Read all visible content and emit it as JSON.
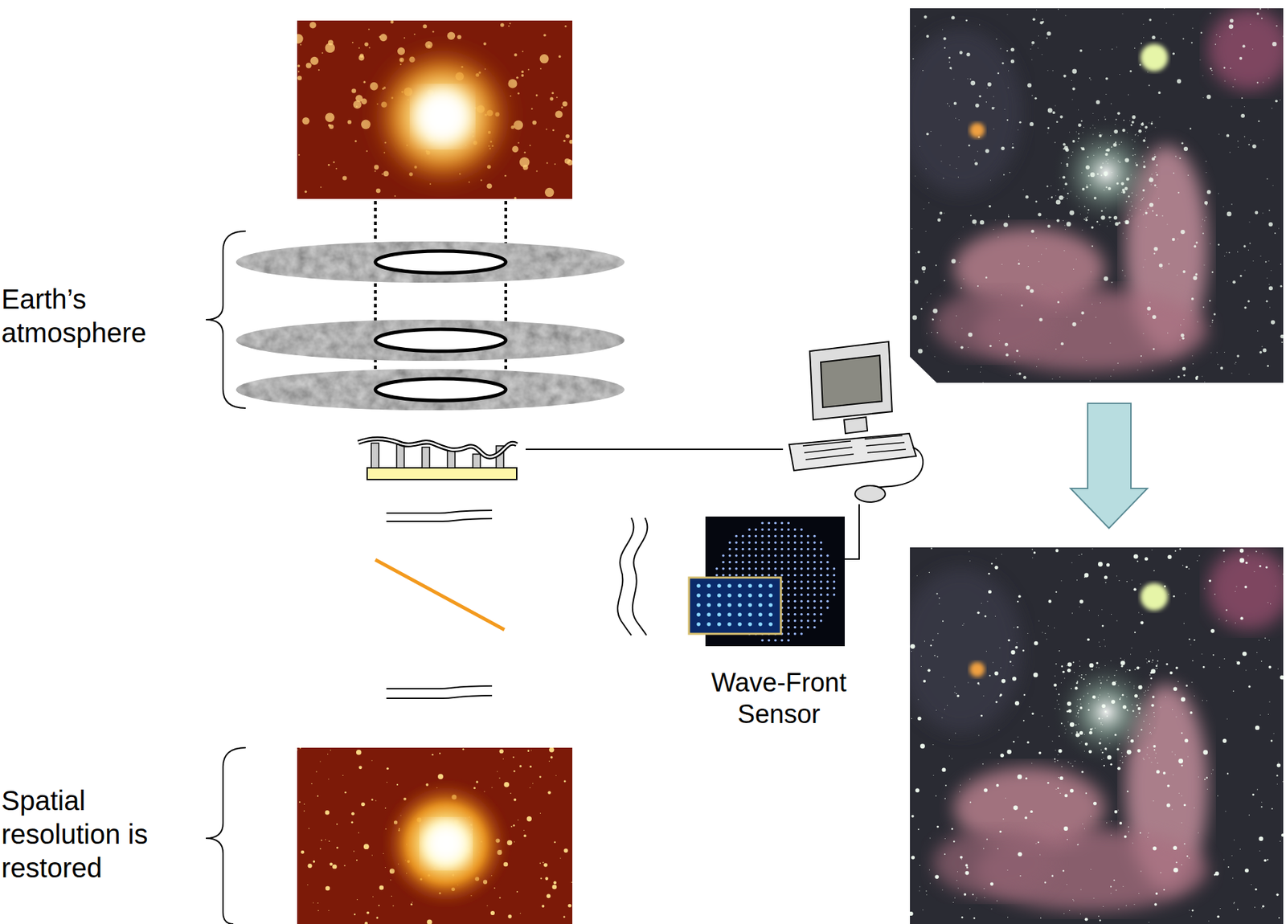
{
  "diagram": {
    "labels": [
      "Earth’s atmosphere",
      "Wave-Front Sensor",
      "Spatial resolution is restored"
    ]
  }
}
